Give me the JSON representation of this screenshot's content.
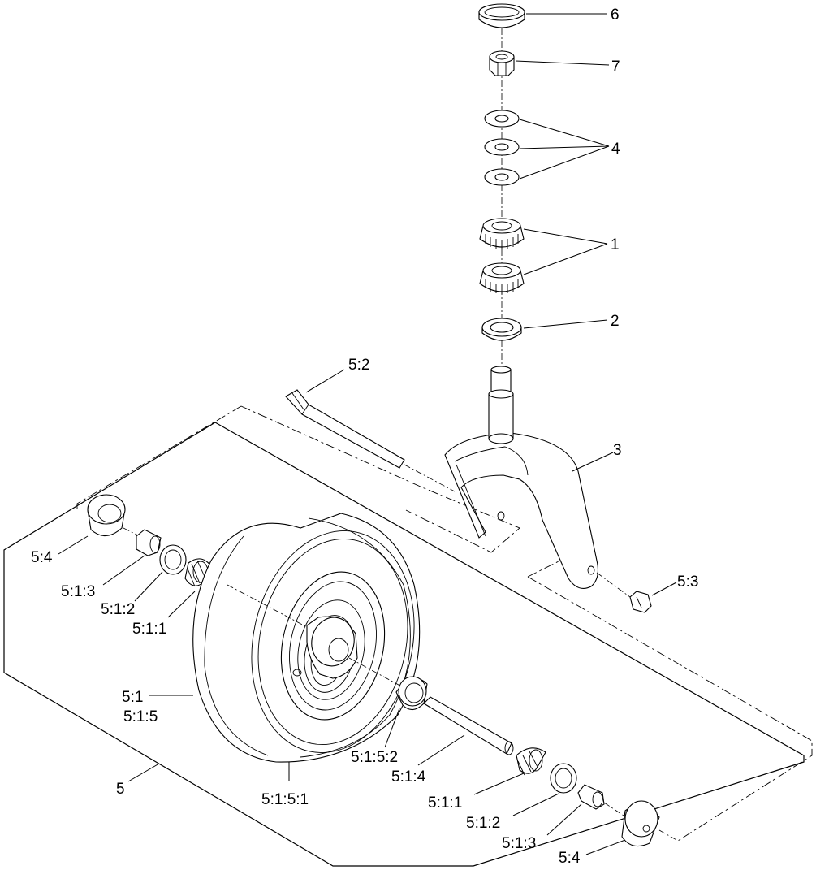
{
  "callouts": [
    {
      "id": "c6",
      "text": "6"
    },
    {
      "id": "c7",
      "text": "7"
    },
    {
      "id": "c4",
      "text": "4"
    },
    {
      "id": "c1",
      "text": "1"
    },
    {
      "id": "c2",
      "text": "2"
    },
    {
      "id": "c3",
      "text": "3"
    },
    {
      "id": "c5_2",
      "text": "5:2"
    },
    {
      "id": "c5_3",
      "text": "5:3"
    },
    {
      "id": "c5_4a",
      "text": "5:4"
    },
    {
      "id": "c5_1_3a",
      "text": "5:1:3"
    },
    {
      "id": "c5_1_2a",
      "text": "5:1:2"
    },
    {
      "id": "c5_1_1a",
      "text": "5:1:1"
    },
    {
      "id": "c5_1",
      "text": "5:1"
    },
    {
      "id": "c5_1_5",
      "text": "5:1:5"
    },
    {
      "id": "c5",
      "text": "5"
    },
    {
      "id": "c5_1_5_1",
      "text": "5:1:5:1"
    },
    {
      "id": "c5_1_5_2",
      "text": "5:1:5:2"
    },
    {
      "id": "c5_1_4",
      "text": "5:1:4"
    },
    {
      "id": "c5_1_1b",
      "text": "5:1:1"
    },
    {
      "id": "c5_1_2b",
      "text": "5:1:2"
    },
    {
      "id": "c5_1_3b",
      "text": "5:1:3"
    },
    {
      "id": "c5_4b",
      "text": "5:4"
    }
  ]
}
